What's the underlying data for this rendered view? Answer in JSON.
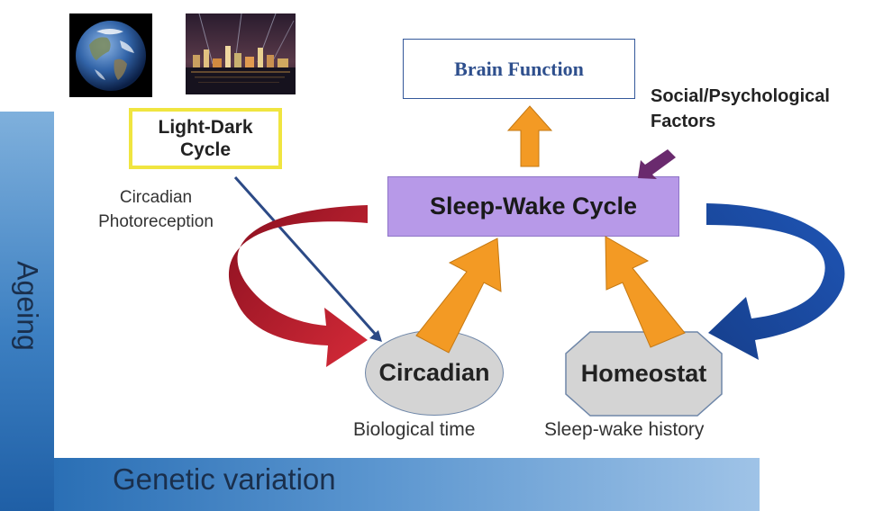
{
  "axes_labels": {
    "ageing": "Ageing",
    "genetic_variation": "Genetic variation"
  },
  "light_dark": {
    "label": "Light-Dark Cycle",
    "photoreception_label": "Circadian Photoreception"
  },
  "brain_function": {
    "label": "Brain Function"
  },
  "social": {
    "label_line1": "Social/Psychological",
    "label_line2": "Factors"
  },
  "sleep_wake": {
    "label": "Sleep-Wake Cycle"
  },
  "circadian": {
    "label": "Circadian",
    "sublabel": "Biological time"
  },
  "homeostat": {
    "label": "Homeostat",
    "sublabel": "Sleep-wake history"
  },
  "colors": {
    "sleep_box": "#b799e8",
    "orange_arrow": "#f39a24",
    "red_arrow": "#c0182b",
    "blue_arrow": "#1f4fa8",
    "purple_arrow": "#6a2a6e",
    "light_dark_border": "#f0e540",
    "node_fill": "#d4d4d4"
  },
  "icons": {
    "earth_photo": "earth-globe-photo",
    "city_photo": "night-city-skyline-photo"
  }
}
